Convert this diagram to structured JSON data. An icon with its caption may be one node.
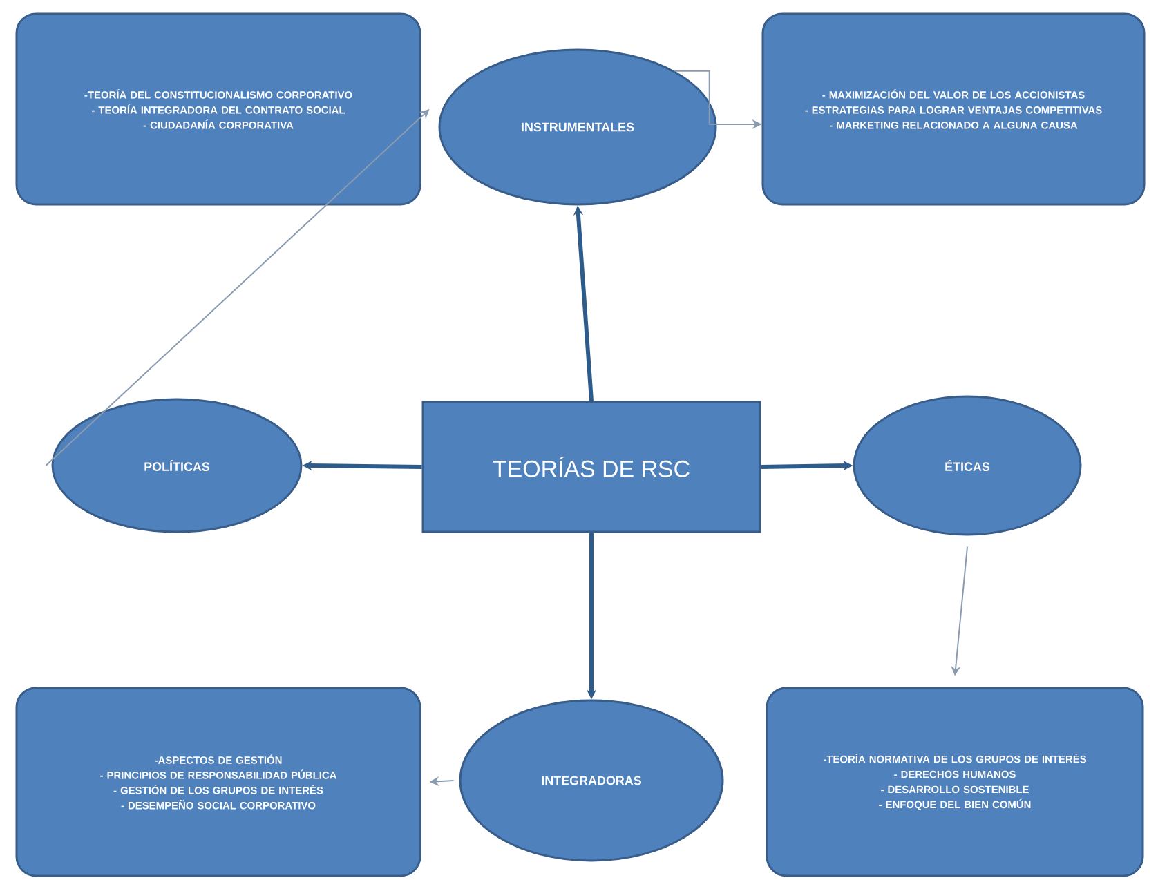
{
  "diagram": {
    "nodes": [
      {
        "text": [
          "-TEORÍA DEL CONSTITUCIONALISMO CORPORATIVO",
          "- TEORÍA INTEGRADORA DEL CONTRATO SOCIAL",
          "- CIUDADANÍA CORPORATIVA"
        ]
      },
      {
        "text": [
          "INSTRUMENTALES"
        ]
      },
      {
        "text": [
          "- MAXIMIZACIÓN DEL VALOR DE LOS ACCIONISTAS",
          "- ESTRATEGIAS PARA LOGRAR VENTAJAS COMPETITIVAS",
          "- MARKETING RELACIONADO A ALGUNA CAUSA"
        ]
      },
      {
        "text": [
          "POLÍTICAS"
        ]
      },
      {
        "text": [
          "TEORÍAS DE RSC"
        ]
      },
      {
        "text": [
          "ÉTICAS"
        ]
      },
      {
        "text": [
          "-ASPECTOS DE GESTIÓN",
          "- PRINCIPIOS DE RESPONSABILIDAD PÚBLICA",
          "- GESTIÓN DE LOS GRUPOS DE INTERÉS",
          "- DESEMPEÑO SOCIAL CORPORATIVO"
        ]
      },
      {
        "text": [
          "INTEGRADORAS"
        ]
      },
      {
        "text": [
          "-TEORÍA NORMATIVA DE LOS GRUPOS DE INTERÉS",
          "- DERECHOS HUMANOS",
          "- DESARROLLO SOSTENIBLE",
          "- ENFOQUE DEL BIEN COMÚN"
        ]
      }
    ],
    "edges": [
      {
        "from": 4,
        "to": 1,
        "arrow": "to",
        "style": "thick"
      },
      {
        "from": 1,
        "to": 2,
        "arrow": "to",
        "color": "#8a9bb0"
      },
      {
        "from": 4,
        "to": 3,
        "arrow": "to",
        "style": "thick"
      },
      {
        "from": 3,
        "to": 0,
        "arrow": "to",
        "color": "#8a9bb0"
      },
      {
        "from": 4,
        "to": 5,
        "arrow": "to",
        "style": "thick"
      },
      {
        "from": 5,
        "to": 8,
        "arrow": "to",
        "color": "#8a9bb0"
      },
      {
        "from": 4,
        "to": 7,
        "arrow": "to",
        "style": "thick"
      },
      {
        "from": 7,
        "to": 6,
        "arrow": "to",
        "color": "#8a9bb0"
      }
    ]
  }
}
